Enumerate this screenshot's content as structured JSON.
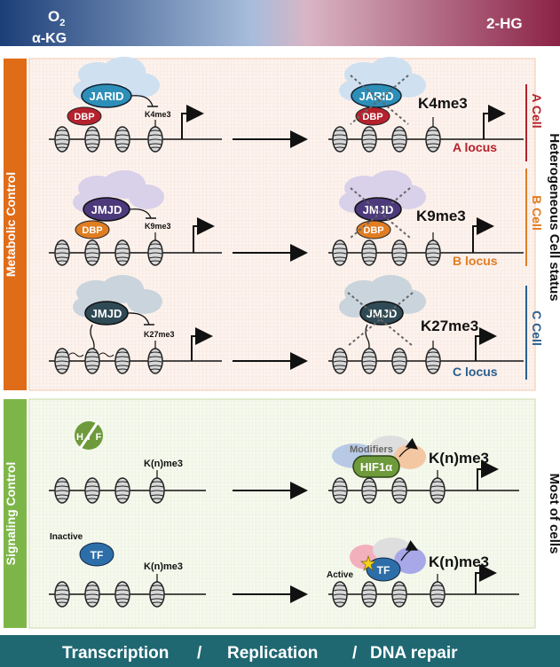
{
  "gradient_bar": {
    "left_top": "O",
    "left_top_sub": "2",
    "left_bottom": "α-KG",
    "right": "2-HG",
    "color_left": "#1c3f78",
    "color_right": "#8c2347"
  },
  "metabolic": {
    "side_label": "Metabolic Control",
    "side_color": "#e06c17",
    "heterogeneous_label": "Heterogeneous Cell status",
    "rows": [
      {
        "enzyme": "JARID",
        "binder": "DBP",
        "mark_small": "K4me3",
        "mark_big": "K4me3",
        "cell_label": "A Cell",
        "locus_label": "A locus",
        "color": "#b5212c",
        "cloud_color": "#cfe0f1",
        "enzyme_color": "#2d8fb8"
      },
      {
        "enzyme": "JMJD",
        "binder": "DBP",
        "mark_small": "K9me3",
        "mark_big": "K9me3",
        "cell_label": "B Cell",
        "locus_label": "B locus",
        "color": "#e07d22",
        "cloud_color": "#d9d0ea",
        "enzyme_color": "#4c3a7c"
      },
      {
        "enzyme": "JMJD",
        "binder": "",
        "mark_small": "K27me3",
        "mark_big": "K27me3",
        "cell_label": "C Cell",
        "locus_label": "C locus",
        "color": "#2b5e8e",
        "cloud_color": "#c9d4dc",
        "enzyme_color": "#2f4a55"
      }
    ]
  },
  "signaling": {
    "side_label": "Signaling Control",
    "side_color": "#7db648",
    "most_cells_label": "Most of cells",
    "row1": {
      "hif_left": "H",
      "hif_mid": "I",
      "hif_right": "F",
      "mark_small": "K(n)me3",
      "modifiers": "Modifiers",
      "hif_active": "HIF1α",
      "mark_big": "K(n)me3"
    },
    "row2": {
      "inactive": "Inactive",
      "tf": "TF",
      "mark_small": "K(n)me3",
      "active": "Active",
      "tf_active": "TF",
      "mark_big": "K(n)me3"
    }
  },
  "bottom_bar": {
    "item1": "Transcription",
    "sep1": "/",
    "item2": "Replication",
    "sep2": "/",
    "item3": "DNA repair",
    "color": "#1f6872"
  }
}
